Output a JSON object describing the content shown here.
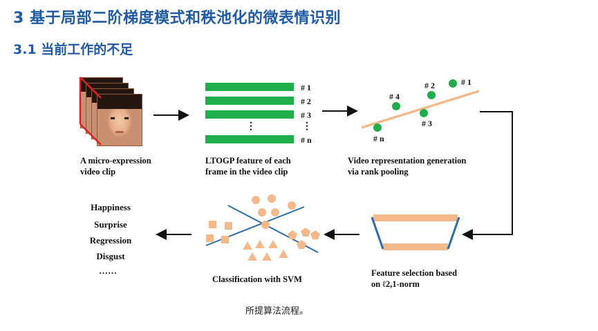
{
  "slide": {
    "title": "3 基于局部二阶梯度模式和秩池化的微表情识别",
    "subtitle": "3.1 当前工作的不足",
    "caption": "所提算法流程。"
  },
  "diagram": {
    "step1_label": [
      "A micro-expression",
      "video clip"
    ],
    "step2_label": [
      "LTOGP feature of each",
      "frame in the video clip"
    ],
    "step3_label": [
      "Video representation generation",
      "via rank pooling"
    ],
    "step4_label": [
      "Feature selection based",
      "on ℓ2,1-norm"
    ],
    "step5_label": "Classification with SVM",
    "bar_indices": [
      "# 1",
      "# 2",
      "# 3",
      "# n"
    ],
    "vertical_ellipsis": "⋮",
    "dot_labels": [
      "# 1",
      "# 2",
      "# 3",
      "# 4",
      "# n"
    ],
    "emotions": [
      "Happiness",
      "Surprise",
      "Regression",
      "Disgust",
      "……"
    ]
  },
  "colors": {
    "title": "#1f5aa6",
    "green": "#1fae4b",
    "peach": "#f3b98a",
    "blue_line": "#2a6cb0",
    "red_frame": "#e02020"
  }
}
